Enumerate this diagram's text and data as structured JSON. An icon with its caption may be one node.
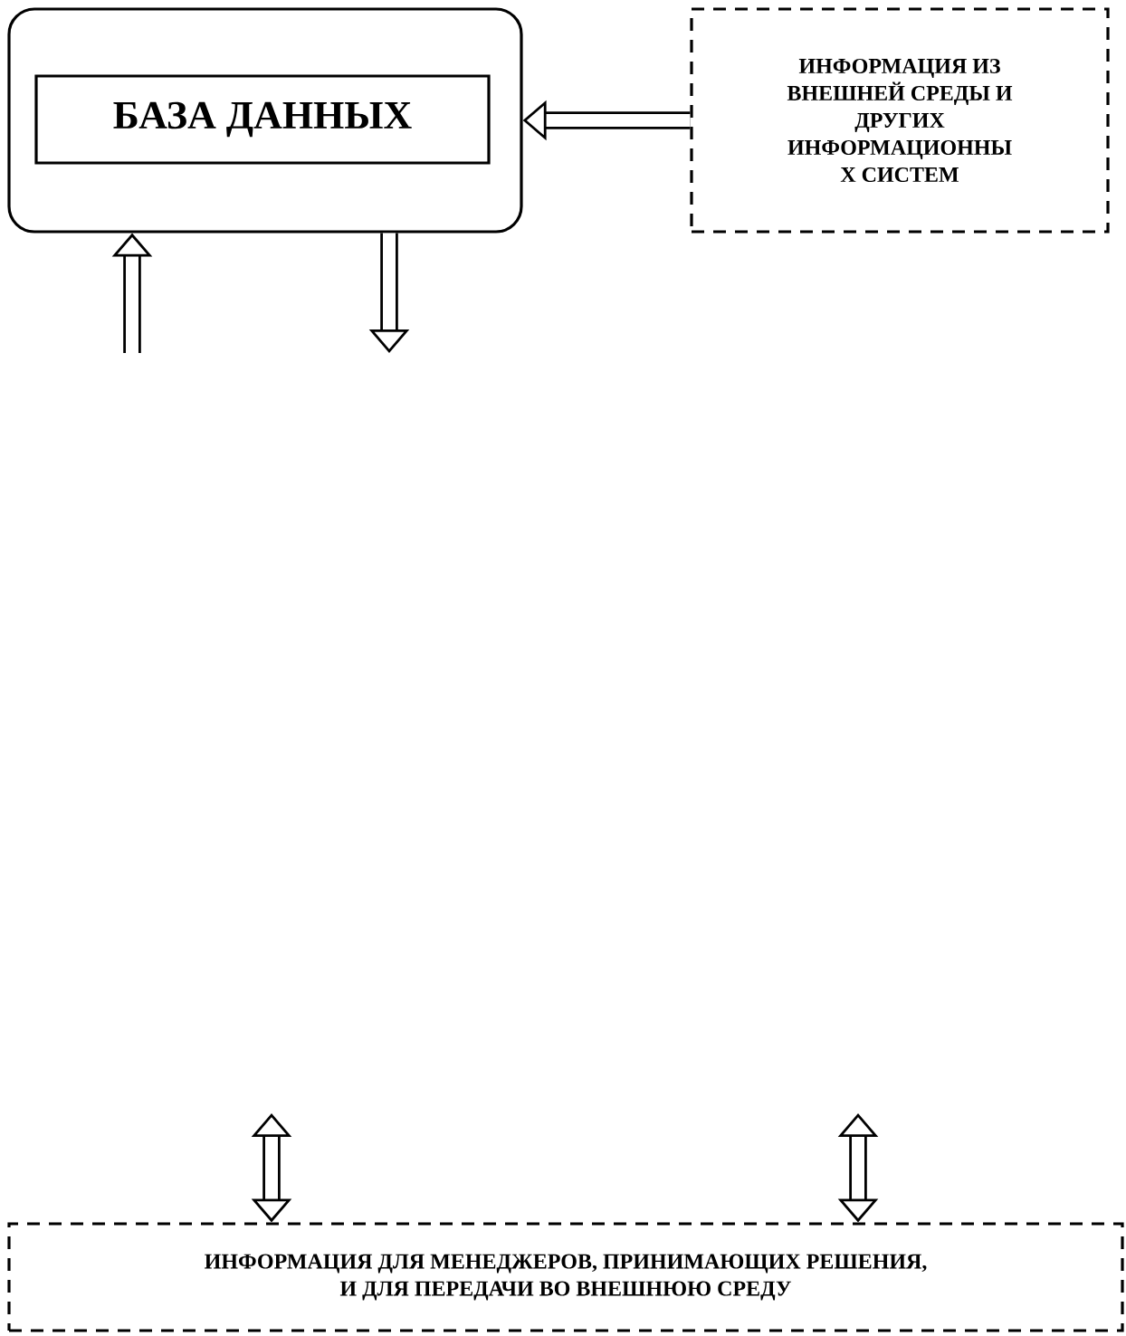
{
  "diagram": {
    "nodes": [
      {
        "text": [],
        "shape": "box"
      },
      {
        "text": [
          "БАЗА ДАННЫХ"
        ],
        "in": 0
      },
      {
        "text": [
          "ИНФОРМАЦИЯ ИЗ ВНЕШНЕЙ СРЕДЫ И ДРУГИХ ИНФОРМАЦИОННЫ Х СИСТЕМ"
        ]
      },
      {
        "text": [
          "ИНФОРМАЦИЯ ДЛЯ МЕНЕДЖЕРОВ, ПРИНИМАЮЩИХ РЕШЕНИЯ, И ДЛЯ ПЕРЕДАЧИ ВО ВНЕШНЮЮ СРЕДУ"
        ]
      }
    ],
    "edges": [
      {
        "from": 2,
        "to": 0,
        "arrow": "to"
      },
      {
        "from": null,
        "to": 0,
        "arrow": "to"
      },
      {
        "from": 0,
        "to": null,
        "arrow": "to"
      },
      {
        "from": null,
        "to": 3,
        "arrow": "both"
      },
      {
        "from": null,
        "to": 3,
        "arrow": "both"
      }
    ]
  }
}
